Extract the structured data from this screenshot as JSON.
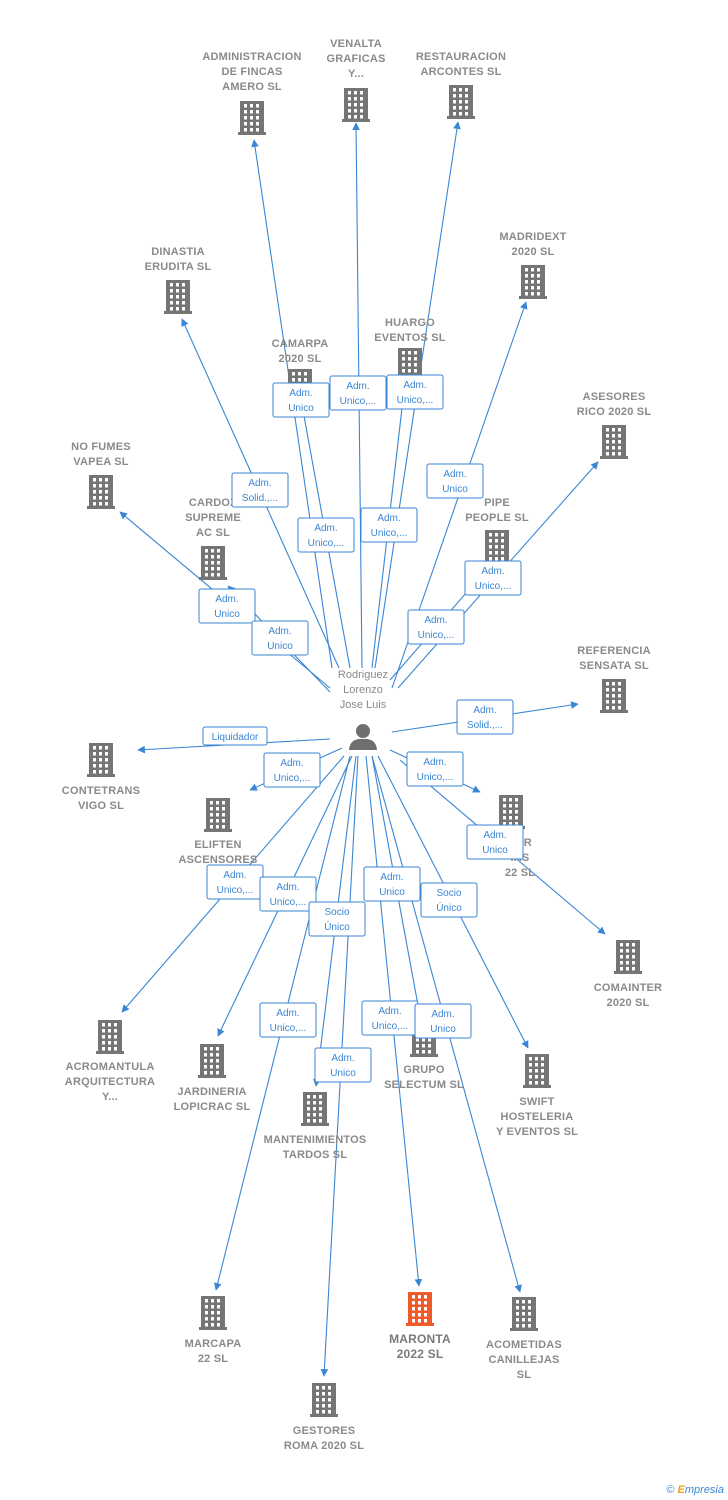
{
  "person": {
    "lines": [
      "Rodriguez",
      "Lorenzo",
      "Jose Luis"
    ]
  },
  "colors": {
    "edge": "#3a86d4",
    "building": "#757575",
    "highlight": "#f05a28"
  },
  "footer": {
    "copyright": "©",
    "brand_first": "E",
    "brand_rest": "mpresia"
  },
  "companies": [
    {
      "id": "administracion",
      "lines": [
        "ADMINISTRACION",
        "DE FINCAS",
        "AMERO  SL"
      ]
    },
    {
      "id": "venalta",
      "lines": [
        "VENALTA",
        "GRAFICAS",
        "Y..."
      ]
    },
    {
      "id": "restauracion",
      "lines": [
        "RESTAURACION",
        "ARCONTES  SL"
      ]
    },
    {
      "id": "madridext",
      "lines": [
        "MADRIDEXT",
        "2020  SL"
      ]
    },
    {
      "id": "dinastia",
      "lines": [
        "DINASTIA",
        "ERUDITA  SL"
      ]
    },
    {
      "id": "huargo",
      "lines": [
        "HUARGO",
        "EVENTOS  SL"
      ]
    },
    {
      "id": "camarpa",
      "lines": [
        "CAMARPA",
        "2020  SL"
      ]
    },
    {
      "id": "asesores",
      "lines": [
        "ASESORES",
        "RICO 2020  SL"
      ]
    },
    {
      "id": "nofumes",
      "lines": [
        "NO FUMES",
        "VAPEA  SL"
      ]
    },
    {
      "id": "cardoz",
      "lines": [
        "CARDOZ",
        "SUPREME",
        "AC  SL"
      ]
    },
    {
      "id": "pipe",
      "lines": [
        "PIPE",
        "PEOPLE  SL"
      ]
    },
    {
      "id": "referencia",
      "lines": [
        "REFERENCIA",
        "SENSATA  SL"
      ]
    },
    {
      "id": "contetrans",
      "lines": [
        "CONTETRANS",
        "VIGO SL"
      ]
    },
    {
      "id": "eliften",
      "lines": [
        "ELIFTEN",
        "ASCENSORES"
      ]
    },
    {
      "id": "ber",
      "lines": [
        "BER",
        "IAS",
        "22  SL"
      ]
    },
    {
      "id": "comainter",
      "lines": [
        "COMAINTER",
        "2020  SL"
      ]
    },
    {
      "id": "acromantula",
      "lines": [
        "ACROMANTULA",
        "ARQUITECTURA",
        "Y..."
      ]
    },
    {
      "id": "jardineria",
      "lines": [
        "JARDINERIA",
        "LOPICRAC  SL"
      ]
    },
    {
      "id": "grupo",
      "lines": [
        "GRUPO",
        "SELECTUM  SL"
      ]
    },
    {
      "id": "swift",
      "lines": [
        "SWIFT",
        "HOSTELERIA",
        "Y EVENTOS  SL"
      ]
    },
    {
      "id": "mantenimientos",
      "lines": [
        "MANTENIMIENTOS",
        "TARDOS  SL"
      ]
    },
    {
      "id": "marcapa",
      "lines": [
        "MARCAPA",
        "22  SL"
      ]
    },
    {
      "id": "maronta",
      "lines": [
        "MARONTA",
        "2022  SL"
      ],
      "highlight": true
    },
    {
      "id": "acometidas",
      "lines": [
        "ACOMETIDAS",
        "CANILLEJAS",
        "SL"
      ]
    },
    {
      "id": "gestores",
      "lines": [
        "GESTORES",
        "ROMA 2020  SL"
      ]
    }
  ],
  "relations": [
    {
      "to": "administracion",
      "label": [
        "Adm.",
        "Solid.,..."
      ]
    },
    {
      "to": "venalta",
      "label": [
        "Adm.",
        "Unico,..."
      ]
    },
    {
      "to": "restauracion",
      "label": [
        "Adm.",
        "Unico,..."
      ]
    },
    {
      "to": "madridext",
      "label": [
        "Adm.",
        "Unico"
      ]
    },
    {
      "to": "dinastia",
      "label": [
        "Adm.",
        "Unico,..."
      ]
    },
    {
      "to": "huargo",
      "label": [
        "Adm.",
        "Unico,..."
      ]
    },
    {
      "to": "camarpa",
      "label": [
        "Adm.",
        "Unico"
      ]
    },
    {
      "to": "asesores",
      "label": [
        "Adm.",
        "Unico,..."
      ]
    },
    {
      "to": "nofumes",
      "label": [
        "Adm.",
        "Unico"
      ]
    },
    {
      "to": "cardoz",
      "label": [
        "Adm.",
        "Unico"
      ]
    },
    {
      "to": "pipe",
      "label": [
        "Adm.",
        "Unico,..."
      ]
    },
    {
      "to": "referencia",
      "label": [
        "Adm.",
        "Solid.,..."
      ]
    },
    {
      "to": "contetrans",
      "label": [
        "Liquidador"
      ]
    },
    {
      "to": "eliften",
      "label": [
        "Adm.",
        "Unico,..."
      ]
    },
    {
      "to": "ber",
      "label": [
        "Adm.",
        "Unico,..."
      ]
    },
    {
      "to": "comainter",
      "label": [
        "Adm.",
        "Unico"
      ]
    },
    {
      "to": "acromantula",
      "label": [
        "Adm.",
        "Unico,..."
      ]
    },
    {
      "to": "jardineria",
      "label": [
        "Adm.",
        "Unico,..."
      ]
    },
    {
      "to": "grupo",
      "label": [
        "Adm.",
        "Unico"
      ]
    },
    {
      "to": "swift",
      "label": [
        "Socio",
        "Único"
      ]
    },
    {
      "to": "mantenimientos",
      "label": [
        "Socio",
        "Único"
      ]
    },
    {
      "to": "marcapa",
      "label": [
        "Adm.",
        "Unico,..."
      ]
    },
    {
      "to": "maronta",
      "label": [
        "Adm.",
        "Unico,..."
      ]
    },
    {
      "to": "acometidas",
      "label": [
        "Adm.",
        "Unico"
      ]
    },
    {
      "to": "gestores",
      "label": [
        "Adm.",
        "Unico"
      ]
    }
  ]
}
